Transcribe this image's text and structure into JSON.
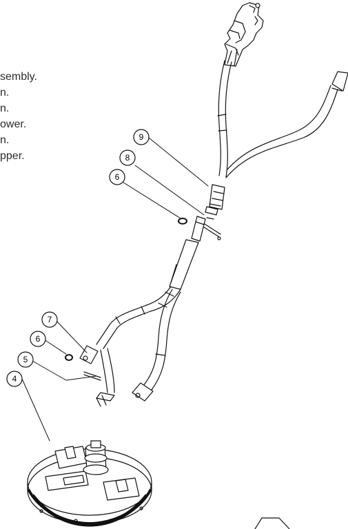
{
  "instructions": [
    "sembly.",
    "n.",
    "n.",
    "ower.",
    "n.",
    "pper."
  ],
  "callouts": [
    {
      "id": "callout-9",
      "label": "9"
    },
    {
      "id": "callout-8",
      "label": "8"
    },
    {
      "id": "callout-6a",
      "label": "6"
    },
    {
      "id": "callout-7",
      "label": "7"
    },
    {
      "id": "callout-6b",
      "label": "6"
    },
    {
      "id": "callout-5",
      "label": "5"
    },
    {
      "id": "callout-4",
      "label": "4"
    }
  ],
  "colors": {
    "line": "#111111",
    "text": "#2b2b2b",
    "background": "#ffffff"
  }
}
